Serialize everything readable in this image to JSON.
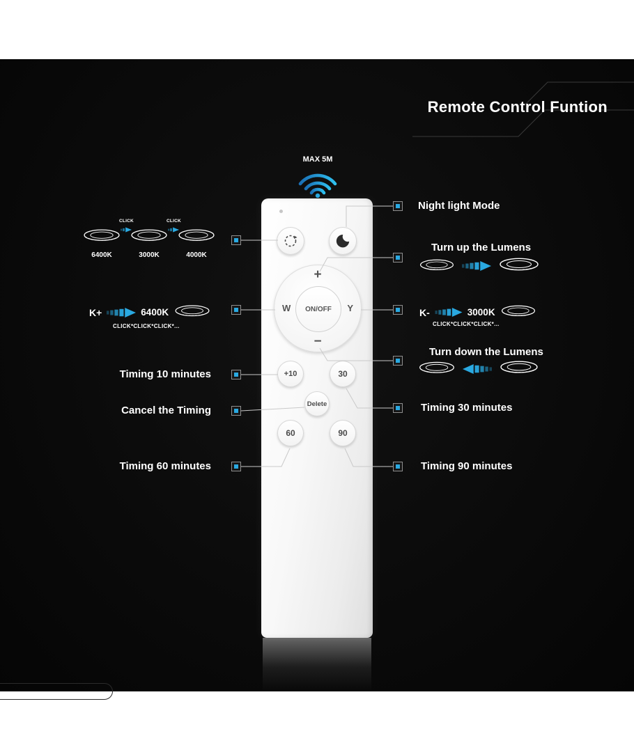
{
  "colors": {
    "accent": "#29abe2",
    "accent_dark": "#1a6fb5",
    "background": "#0a0a0a"
  },
  "header": {
    "title": "Remote Control Funtion"
  },
  "signal": {
    "label": "MAX 5M"
  },
  "remote": {
    "plus_label": "+",
    "minus_label": "−",
    "w_label": "W",
    "y_label": "Y",
    "onoff_label": "ON/OFF",
    "plus10_label": "+10",
    "timer30_label": "30",
    "delete_label": "Delete",
    "timer60_label": "60",
    "timer90_label": "90"
  },
  "callouts_left": {
    "temp_cycle": {
      "click_a": "CLICK",
      "click_b": "CLICK",
      "lamp_a": "6400K",
      "lamp_b": "3000K",
      "lamp_c": "4000K"
    },
    "k_plus": {
      "label": "K+",
      "value": "6400K",
      "sub": "CLICK*CLICK*CLICK*..."
    },
    "timing_10": "Timing 10 minutes",
    "cancel_timing": "Cancel the Timing",
    "timing_60": "Timing 60 minutes"
  },
  "callouts_right": {
    "night_light": "Night light Mode",
    "lumens_up": "Turn up the Lumens",
    "k_minus": {
      "label": "K-",
      "value": "3000K",
      "sub": "CLICK*CLICK*CLICK*..."
    },
    "lumens_down": "Turn down the Lumens",
    "timing_30": "Timing 30 minutes",
    "timing_90": "Timing 90 minutes"
  }
}
